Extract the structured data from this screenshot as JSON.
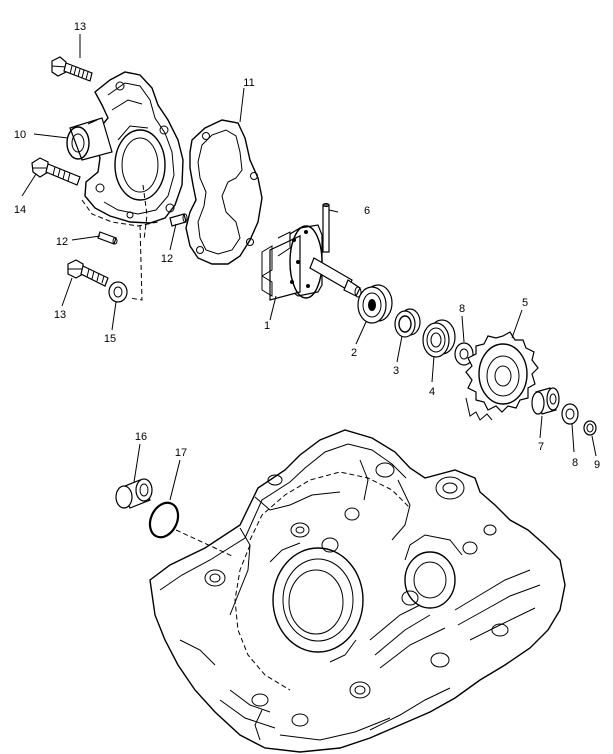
{
  "callouts": {
    "c1": "1",
    "c2": "2",
    "c3": "3",
    "c4": "4",
    "c5": "5",
    "c6": "6",
    "c7": "7",
    "c8a": "8",
    "c8b": "8",
    "c9": "9",
    "c10": "10",
    "c11": "11",
    "c12a": "12",
    "c12b": "12",
    "c13a": "13",
    "c13b": "13",
    "c14": "14",
    "c15": "15",
    "c16": "16",
    "c17": "17"
  }
}
